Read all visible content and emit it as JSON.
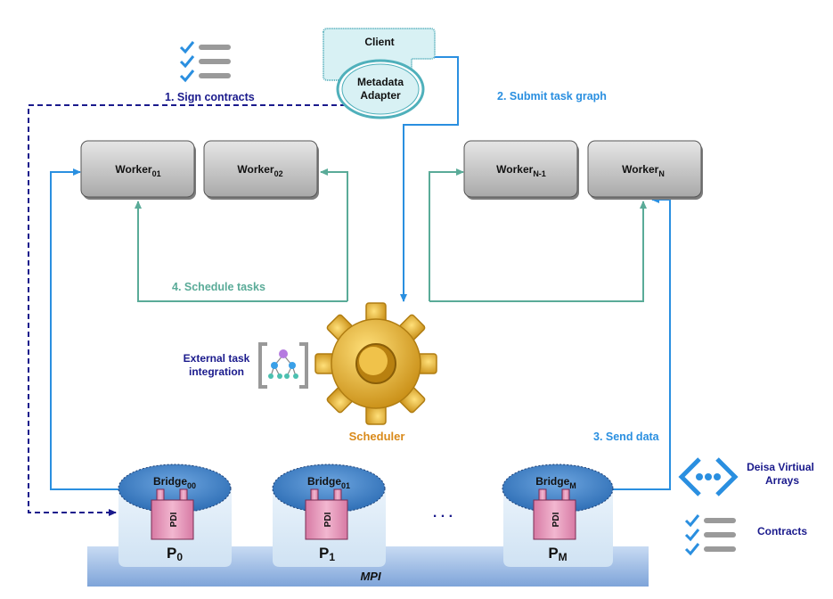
{
  "nodes": {
    "client": "Client",
    "metadata_adapter_line1": "Metadata",
    "metadata_adapter_line2": "Adapter",
    "worker01": {
      "base": "Worker",
      "sub": "01"
    },
    "worker02": {
      "base": "Worker",
      "sub": "02"
    },
    "workerN1": {
      "base": "Worker",
      "sub": "N-1"
    },
    "workerN": {
      "base": "Worker",
      "sub": "N"
    },
    "scheduler": "Scheduler",
    "bridge00": {
      "base": "Bridge",
      "sub": "00"
    },
    "bridge01": {
      "base": "Bridge",
      "sub": "01"
    },
    "bridgeM": {
      "base": "Bridge",
      "sub": "M"
    },
    "pdi": "PDI",
    "p0": {
      "base": "P",
      "sub": "0"
    },
    "p1": {
      "base": "P",
      "sub": "1"
    },
    "pM": {
      "base": "P",
      "sub": "M"
    },
    "ellipsis": ". . .",
    "mpi": "MPI"
  },
  "labels": {
    "step1": "1. Sign contracts",
    "step2": "2. Submit task graph",
    "step3": "3. Send data",
    "step4": "4. Schedule tasks",
    "external_line1": "External task",
    "external_line2": "integration"
  },
  "legend": {
    "deisa_line1": "Deisa Virtiual",
    "deisa_line2": "Arrays",
    "contracts": "Contracts"
  },
  "colors": {
    "dark_blue": "#1a1a8c",
    "light_blue": "#2a8fe0",
    "teal": "#5aab98",
    "orange": "#d98a1a",
    "gear": "#e5b33a",
    "worker_fill": "#c9c9c9",
    "bridge_fill": "#3f7fc4",
    "pdi_fill": "#e9a0c1",
    "mpi_fill": "#9bbbe6"
  },
  "icons": {
    "checklist": "checklist-icon",
    "task_graph": "task-graph-icon",
    "gear": "gear-icon",
    "deisa": "deisa-arrays-icon"
  }
}
